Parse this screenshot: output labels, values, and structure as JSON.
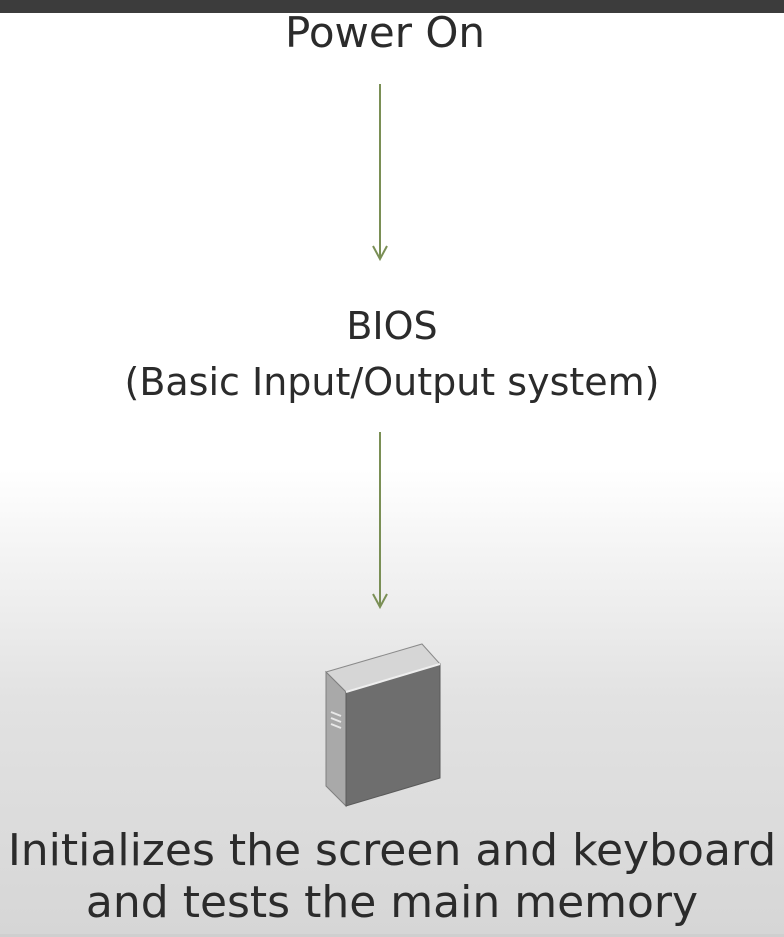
{
  "nodes": {
    "power_on": "Power On",
    "bios_title": "BIOS",
    "bios_subtitle": "(Basic Input/Output system)",
    "description_line1": "Initializes the screen and keyboard",
    "description_line2": "and tests the main memory"
  },
  "icons": {
    "computer": "desktop-tower-icon"
  },
  "colors": {
    "arrow": "#7a8f55",
    "text": "#2b2b2b",
    "tower_front": "#707070",
    "tower_side": "#a9a9a9",
    "tower_top": "#d5d5d5"
  }
}
